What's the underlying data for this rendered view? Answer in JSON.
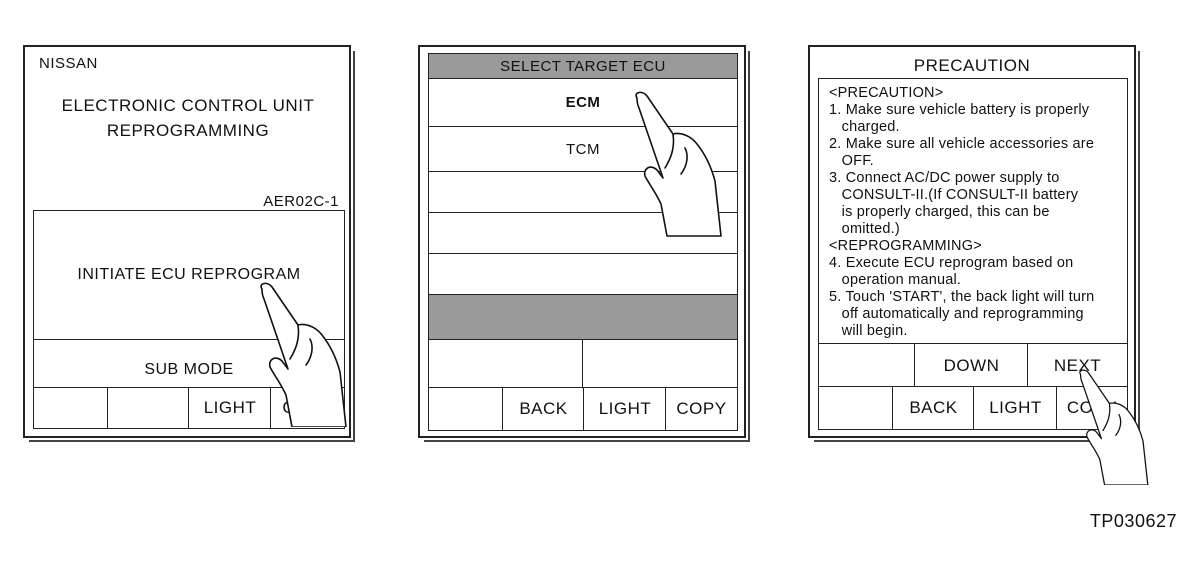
{
  "screen1": {
    "brand": "NISSAN",
    "title_line1": "ELECTRONIC CONTROL UNIT",
    "title_line2": "REPROGRAMMING",
    "version": "AER02C-1",
    "initiate_label": "INITIATE ECU REPROGRAM",
    "submode_label": "SUB MODE",
    "light_label": "LIGHT",
    "copy_label": "COPY"
  },
  "screen2": {
    "header": "SELECT TARGET ECU",
    "items": [
      "ECM",
      "TCM"
    ],
    "back_label": "BACK",
    "light_label": "LIGHT",
    "copy_label": "COPY"
  },
  "screen3": {
    "header": "PRECAUTION",
    "lines": [
      "<PRECAUTION>",
      "1. Make sure vehicle battery is properly",
      "   charged.",
      "2. Make sure all vehicle accessories are",
      "   OFF.",
      "3. Connect AC/DC power supply to",
      "   CONSULT-II.(If CONSULT-II battery",
      "   is properly charged, this can be",
      "   omitted.)",
      "<REPROGRAMMING>",
      "4. Execute ECU reprogram based on",
      "   operation manual.",
      "5. Touch 'START', the back light will turn",
      "   off automatically and reprogramming",
      "   will begin."
    ],
    "down_label": "DOWN",
    "next_label": "NEXT",
    "back_label": "BACK",
    "light_label": "LIGHT",
    "copy_label": "COPY"
  },
  "figure_code": "TP030627",
  "icons": {
    "hand": "pointing-hand-icon"
  }
}
